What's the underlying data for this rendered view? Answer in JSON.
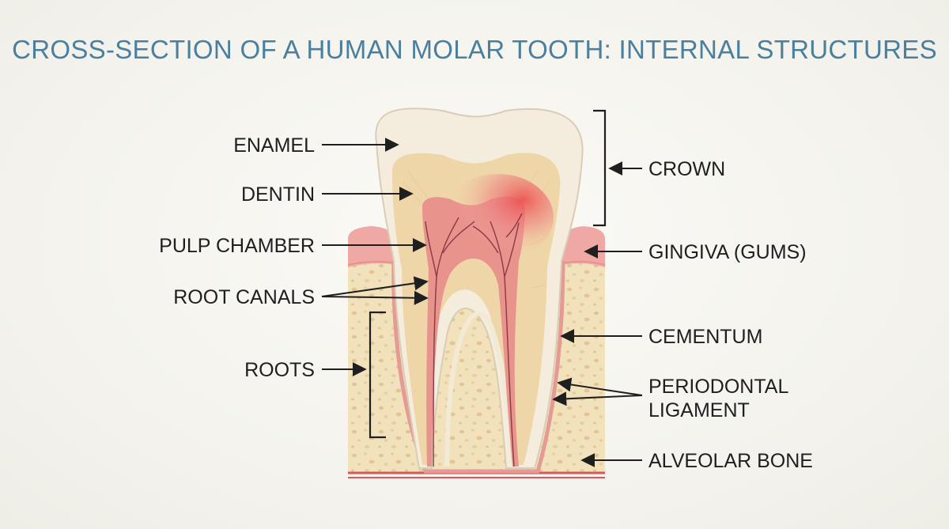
{
  "title": "CROSS-SECTION OF A HUMAN MOLAR TOOTH: INTERNAL STRUCTURES",
  "labels_left": {
    "enamel": "ENAMEL",
    "dentin": "DENTIN",
    "pulp_chamber": "PULP CHAMBER",
    "root_canals": "ROOT CANALS",
    "roots": "ROOTS"
  },
  "labels_right": {
    "crown": "CROWN",
    "gingiva": "GINGIVA (GUMS)",
    "cementum": "CEMENTUM",
    "periodontal_line1": "PERIODONTAL",
    "periodontal_line2": "LIGAMENT",
    "alveolar_bone": "ALVEOLAR BONE"
  },
  "colors": {
    "title": "#4a7fa0",
    "enamel": "#f5efe0",
    "dentin": "#f0d9b0",
    "pulp": "#e58a85",
    "gum": "#f0a8a5",
    "bone": "#f2e2bc",
    "bone_pores": "#e6c99a"
  }
}
